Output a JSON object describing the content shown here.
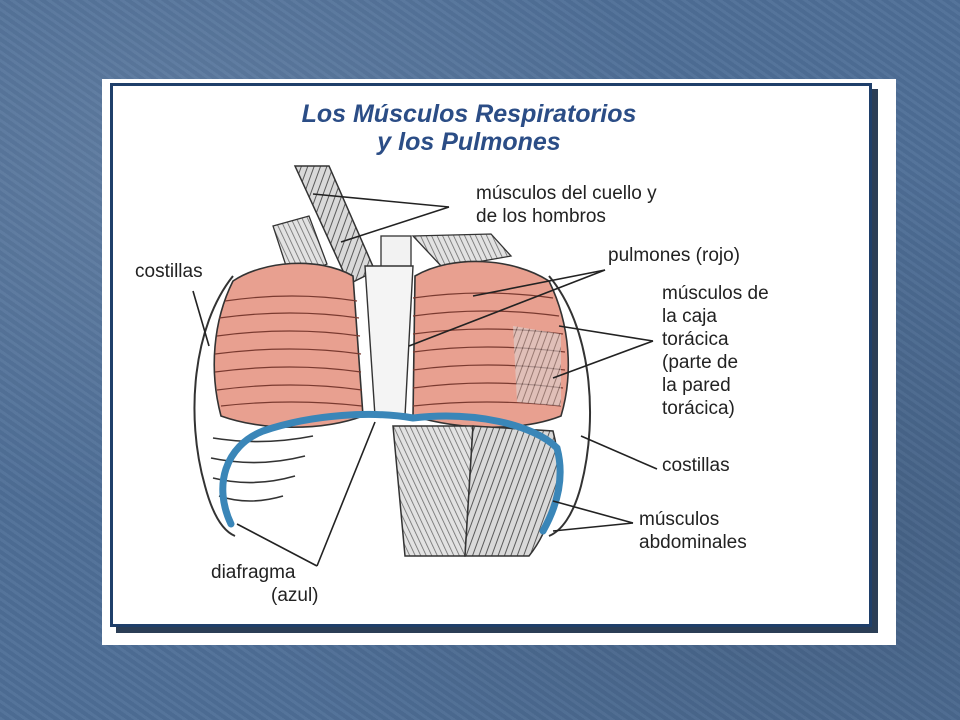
{
  "title": {
    "line1": "Los Músculos Respiratorios",
    "line2": "y los Pulmones"
  },
  "labels": {
    "neck_muscles": [
      "músculos del cuello y",
      "de los hombros"
    ],
    "ribs_left": "costillas",
    "lungs": "pulmones (rojo)",
    "ribcage_muscles": [
      "músculos de",
      "la caja",
      "torácica",
      "(parte de",
      "la pared",
      "torácica)"
    ],
    "ribs_right": "costillas",
    "abdominal_muscles": [
      "músculos",
      "abdominales"
    ],
    "diaphragm": [
      "diafragma",
      "(azul)"
    ]
  },
  "colors": {
    "background": "#4f6f97",
    "title": "#2b4d86",
    "lung": "#e8a090",
    "diaphragm": "#3a86b8",
    "border": "#1f3f6a"
  }
}
